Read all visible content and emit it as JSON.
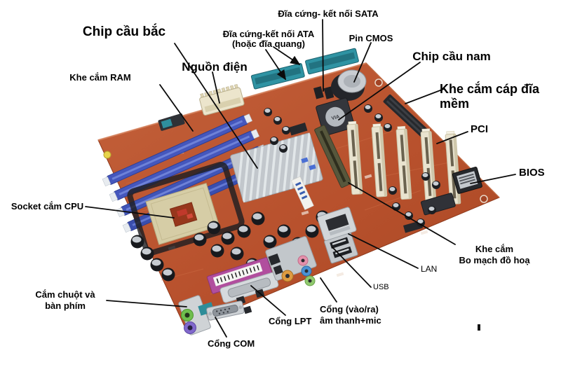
{
  "diagram": {
    "subject": "motherboard-anatomy",
    "labels": {
      "sata": {
        "text": "Đĩa cứng- kết nối SATA"
      },
      "ata": {
        "line1": "Đĩa cứng-kết nối ATA",
        "line2": "(hoặc đĩa quang)"
      },
      "pin_cmos": {
        "text": "Pin CMOS"
      },
      "north_bridge": {
        "text": "Chip cầu bắc"
      },
      "power": {
        "text": "Nguồn điện"
      },
      "ram": {
        "text": "Khe cắm RAM"
      },
      "south_bridge": {
        "text": "Chip cầu nam"
      },
      "floppy": {
        "line1": "Khe cắm cáp đĩa",
        "line2": "mềm"
      },
      "pci": {
        "text": "PCI"
      },
      "bios": {
        "text": "BIOS"
      },
      "cpu_socket": {
        "text": "Socket cắm CPU"
      },
      "graphics": {
        "line1": "Khe cắm",
        "line2": "Bo mạch đồ hoạ"
      },
      "lan": {
        "text": "LAN"
      },
      "usb": {
        "text": "USB"
      },
      "audio": {
        "line1": "Cổng (vào/ra)",
        "line2": "âm thanh+mic"
      },
      "lpt": {
        "text": "Cổng LPT"
      },
      "com": {
        "text": "Cổng COM"
      },
      "mouse_keyboard": {
        "line1": "Cắm chuột và",
        "line2": "bàn phím"
      }
    },
    "components": {
      "southbridge_text": "VIA"
    },
    "colors": {
      "board": "#b8512d",
      "ram_slot_blue": "#4557bd",
      "ata_teal": "#2f93a3",
      "pci_cream": "#e9e3cf",
      "agp_olive": "#57573c",
      "lpt_magenta": "#b14e9e",
      "ps2_green": "#6fbe4d",
      "ps2_purple": "#8168cc",
      "label_text": "#000000",
      "background": "#ffffff"
    }
  }
}
